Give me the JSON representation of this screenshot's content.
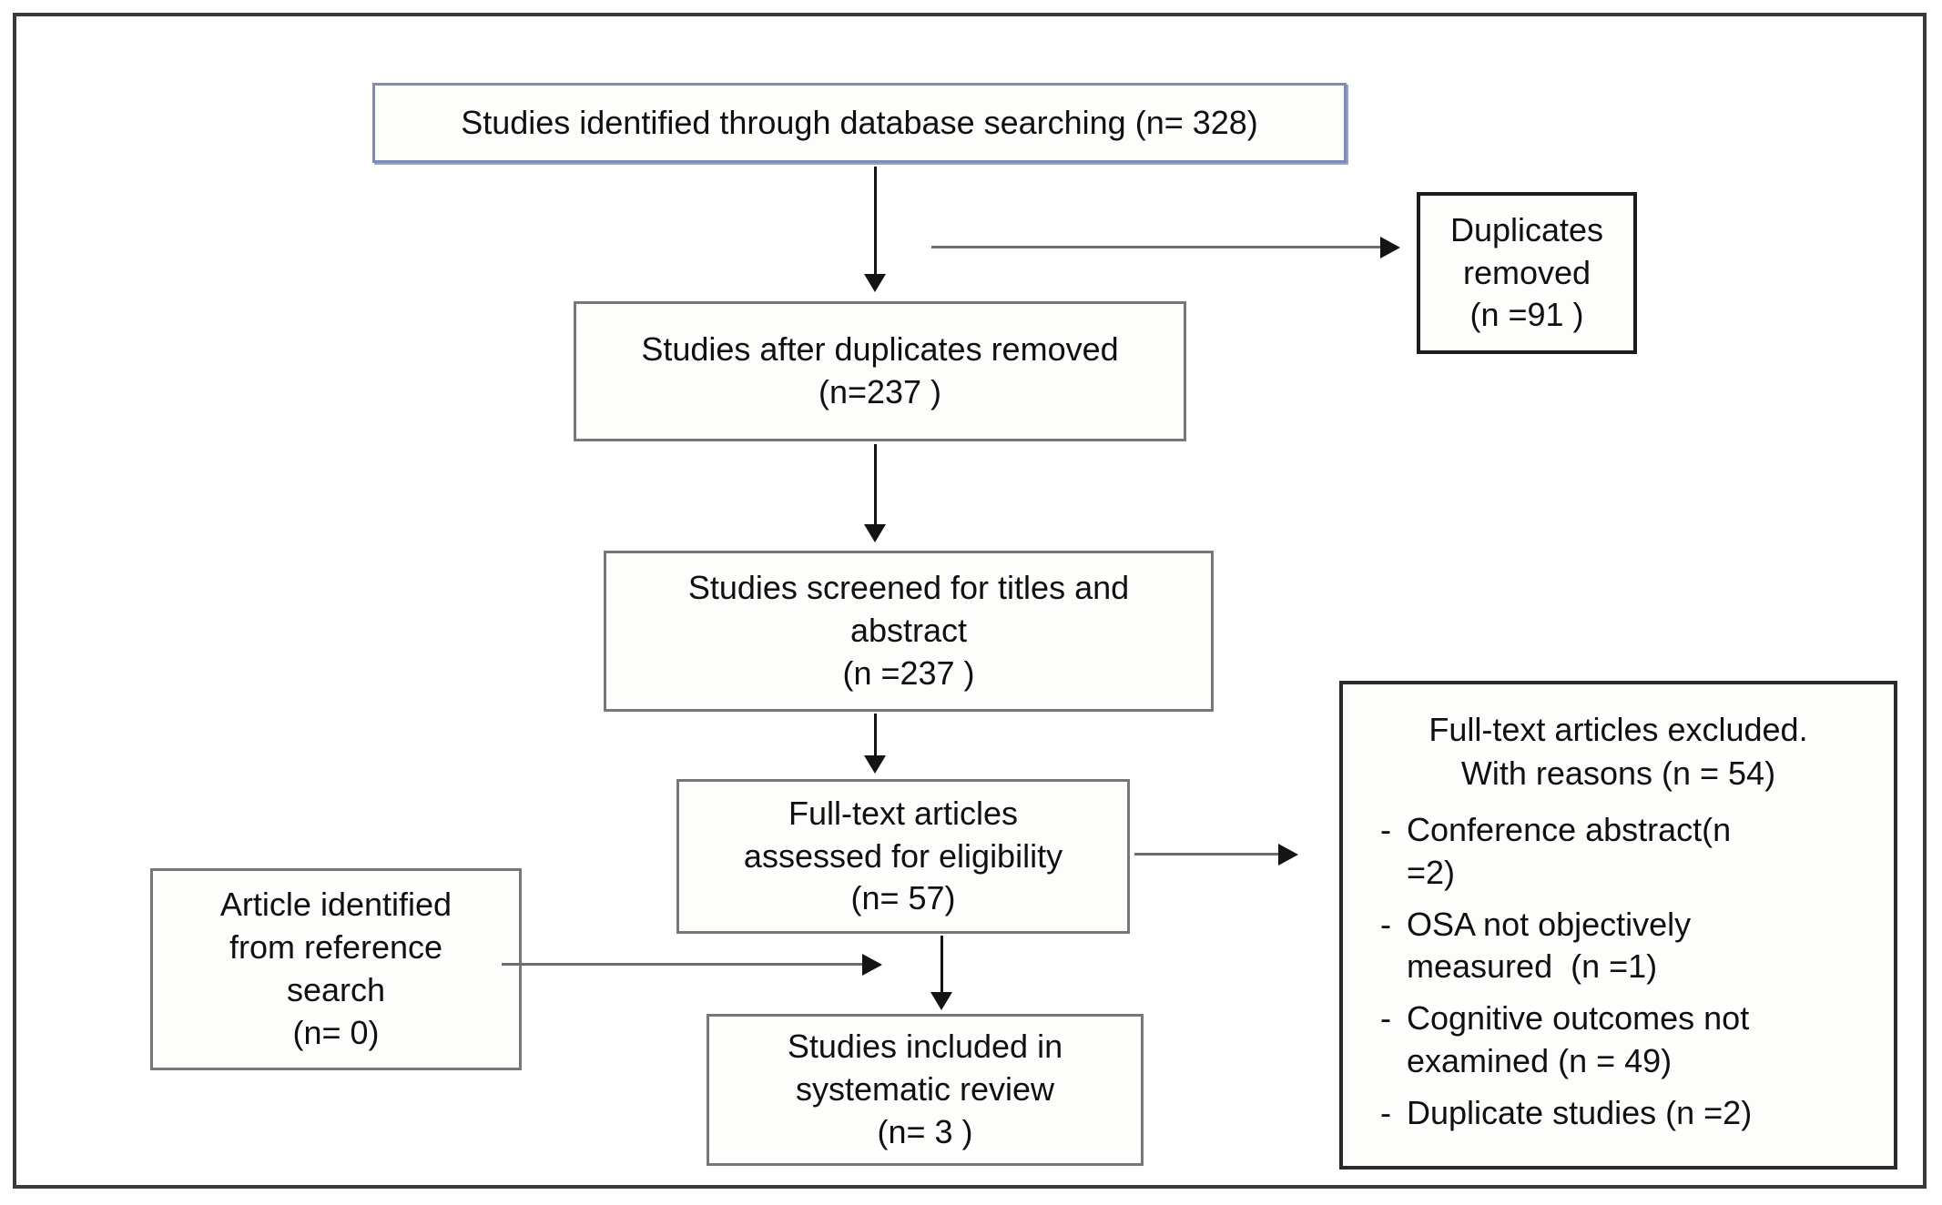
{
  "diagram": {
    "type": "prisma-flow-diagram",
    "title": "PRISMA study selection flow diagram",
    "colors": {
      "frame_border": "#3a3a3a",
      "top_box_border": "#7d8cb3",
      "box_border_gray": "#777777",
      "box_border_dark": "#1c1c1c",
      "arrow": "#141414",
      "connector_line": "#6d6d6d",
      "text": "#101010",
      "background": "#ffffff"
    },
    "boxes": {
      "identified": {
        "name": "studies-identified",
        "lines": [
          "Studies identified through database searching (n= 328)"
        ],
        "n": 328
      },
      "duplicates_removed": {
        "name": "duplicates-removed",
        "lines": [
          "Duplicates",
          "removed",
          "(n =91 )"
        ],
        "n": 91
      },
      "after_duplicates": {
        "name": "studies-after-duplicates-removed",
        "lines": [
          "Studies after duplicates removed",
          "(n=237 )"
        ],
        "n": 237
      },
      "screened": {
        "name": "studies-screened",
        "lines": [
          "Studies screened for titles and",
          "abstract",
          "(n =237 )"
        ],
        "n": 237
      },
      "eligibility": {
        "name": "full-text-assessed-eligibility",
        "lines": [
          "Full-text articles",
          "assessed for eligibility",
          "(n= 57)"
        ],
        "n": 57
      },
      "reference_search": {
        "name": "article-from-reference-search",
        "lines": [
          "Article identified",
          "from reference",
          "search",
          "(n= 0)"
        ],
        "n": 0
      },
      "included": {
        "name": "studies-included-systematic-review",
        "lines": [
          "Studies included in",
          "systematic review",
          "(n= 3 )"
        ],
        "n": 3
      },
      "excluded": {
        "name": "full-text-articles-excluded",
        "heading": [
          "Full-text articles excluded.",
          "With reasons (n = 54)"
        ],
        "n": 54,
        "dash": "-",
        "reasons": [
          {
            "label": "Conference abstract(n\n=2)",
            "n": 2
          },
          {
            "label": "OSA not objectively\nmeasured  (n =1)",
            "n": 1
          },
          {
            "label": "Cognitive outcomes not\nexamined (n = 49)",
            "n": 49
          },
          {
            "label": "Duplicate studies (n =2)",
            "n": 2
          }
        ]
      }
    }
  }
}
